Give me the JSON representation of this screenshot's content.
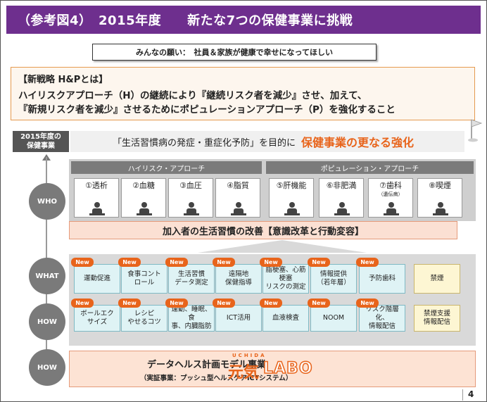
{
  "title": "（参考図4）　2015年度　　新たな7つの保健事業に挑戦",
  "wish": "みんなの願い：　社員＆家族が健康で幸せになってほしい",
  "strategy": {
    "heading": "【新戦略 H&Pとは】",
    "line1": "ハイリスクアプローチ（H）の継続により『継続リスク者を減少』させ、加えて、",
    "line2": "『新規リスク者を減少』させるためにポピュレーションアプローチ（P）を強化すること"
  },
  "goal": {
    "label": "2015年度の\n保健事業",
    "text": "「生活習慣病の発症・重症化予防」を目的に",
    "emphasis": "保健事業の更なる強化"
  },
  "axis_labels": [
    "WHO",
    "WHAT",
    "HOW",
    "HOW"
  ],
  "approach_headers": [
    "ハイリスク・アプローチ",
    "ポピュレーション・アプローチ"
  ],
  "who_items": [
    {
      "label": "①透析",
      "sub": ""
    },
    {
      "label": "②血糖",
      "sub": ""
    },
    {
      "label": "③血圧",
      "sub": ""
    },
    {
      "label": "④脂質",
      "sub": ""
    },
    {
      "label": "⑤肝機能",
      "sub": ""
    },
    {
      "label": "⑥非肥満",
      "sub": ""
    },
    {
      "label": "⑦歯科",
      "sub": "（遺伝病）"
    },
    {
      "label": "⑧喫煙",
      "sub": ""
    }
  ],
  "improvement_bar": "加入者の生活習慣の改善【意識改革と行動変容】",
  "new_badge": "New",
  "what_items": [
    {
      "label": "運動促進",
      "new": true,
      "color": "cyan"
    },
    {
      "label": "食事コント\nロール",
      "new": true,
      "color": "cyan"
    },
    {
      "label": "生活習慣\nデータ測定",
      "new": true,
      "color": "cyan"
    },
    {
      "label": "遠隔地\n保健指導",
      "new": true,
      "color": "cyan"
    },
    {
      "label": "脂梗塞、心筋梗塞\nリスクの測定",
      "new": true,
      "color": "cyan"
    },
    {
      "label": "情報提供\n（若年層）",
      "new": true,
      "color": "cyan"
    },
    {
      "label": "予防歯科",
      "new": true,
      "color": "cyan"
    },
    {
      "label": "禁煙",
      "new": false,
      "color": "yellow"
    }
  ],
  "how_items": [
    {
      "label": "ボールエク\nサイズ",
      "new": true,
      "color": "cyan"
    },
    {
      "label": "レシピ\nやせるコツ",
      "new": true,
      "color": "cyan"
    },
    {
      "label": "運動、睡眠、食\n事、内臓脂肪",
      "new": true,
      "color": "cyan"
    },
    {
      "label": "ICT活用",
      "new": true,
      "color": "cyan"
    },
    {
      "label": "血液検査",
      "new": true,
      "color": "cyan"
    },
    {
      "label": "NOOM",
      "new": true,
      "color": "cyan"
    },
    {
      "label": "リスク階層化、\n情報配信",
      "new": true,
      "color": "cyan"
    },
    {
      "label": "禁煙支援\n情報配信",
      "new": false,
      "color": "yellow"
    }
  ],
  "bottom": {
    "line1": "データヘルス計画モデル事業",
    "line2": "（実証事業：プッシュ型ヘルスケアICTシステム）"
  },
  "logo": {
    "small": "UCHIDA",
    "genki": "元気",
    "labo": "LABO"
  },
  "page_number": "4",
  "colors": {
    "title_bg": "#6e2f8e",
    "accent": "#e8641b",
    "cyan_cell": "#dff3f5",
    "yellow_cell": "#fdf6d3"
  }
}
